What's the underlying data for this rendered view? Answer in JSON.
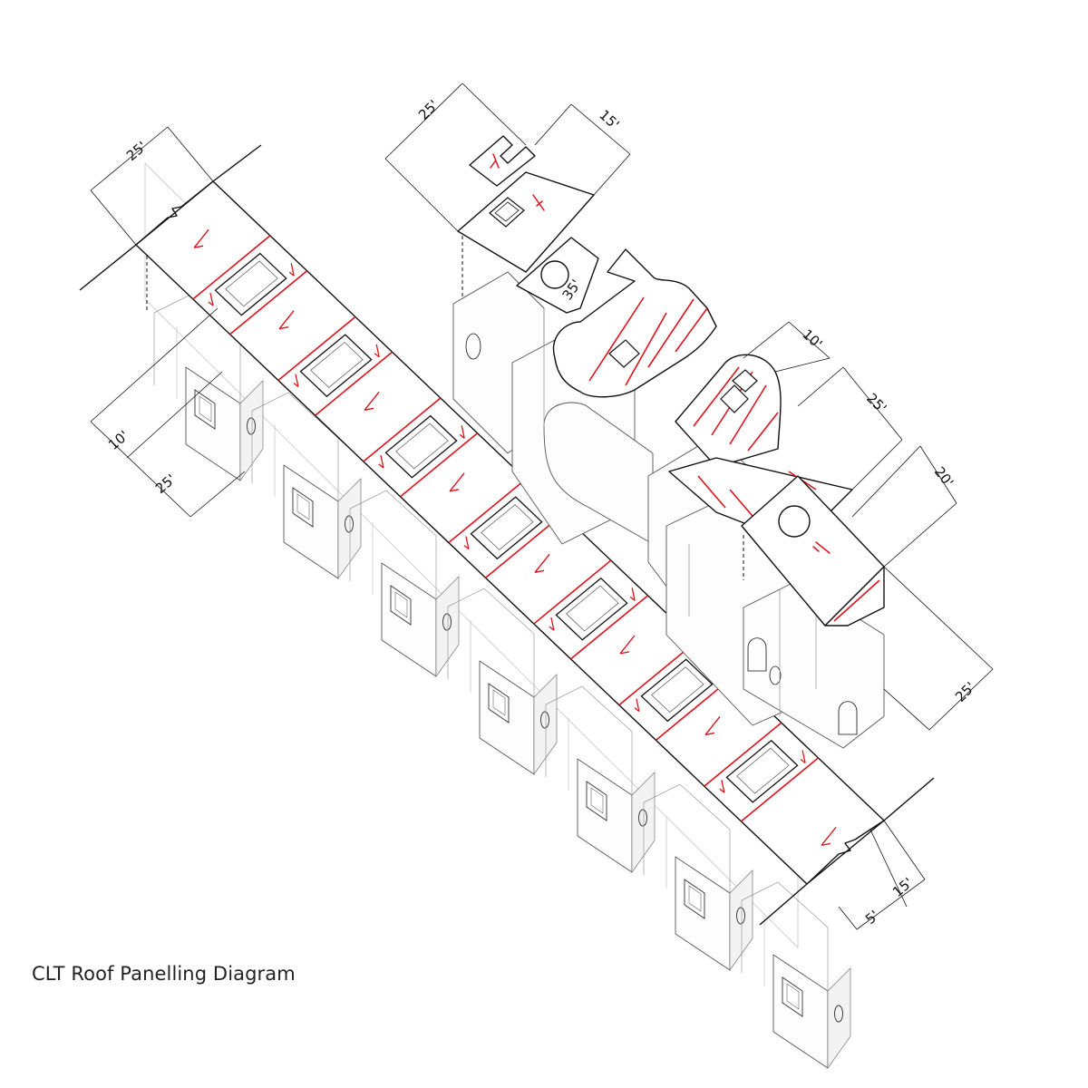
{
  "caption": "CLT Roof Panelling Diagram",
  "dimensions": {
    "left_top": "25'",
    "left_mid": "10'",
    "left_bottom": "25'",
    "tower_top": "25'",
    "tower_side": "15'",
    "hex_angle": "35'",
    "right_a": "10'",
    "right_b": "25'",
    "right_c": "20'",
    "right_d": "25'",
    "bottom_a": "5'",
    "bottom_b": "15'"
  },
  "colors": {
    "panel_joint": "#e0121b",
    "line": "#111111"
  }
}
